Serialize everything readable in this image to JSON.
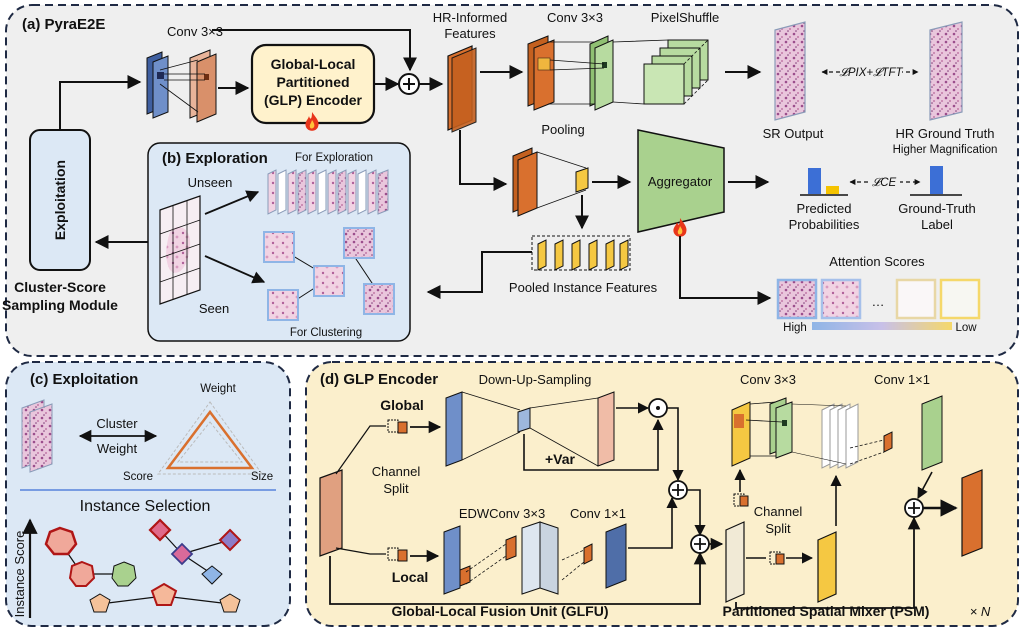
{
  "colors": {
    "panel_gray": "#efefef",
    "panel_blue": "#dce8f5",
    "panel_yellow": "#fbefcc",
    "feature_orange": "#d9702e",
    "feature_green": "#a9d18e",
    "feature_blue": "#6f8fc9",
    "feature_yellow": "#f5c842",
    "glp_box": "#fff2cc",
    "dashed_border": "#1f2a44"
  },
  "panel_a": {
    "title": "(a) PyraE2E",
    "conv_left": "Conv 3×3",
    "glp_line1": "Global-Local",
    "glp_line2": "Partitioned",
    "glp_line3": "(GLP) Encoder",
    "hr_informed_1": "HR-Informed",
    "hr_informed_2": "Features",
    "conv_mid": "Conv 3×3",
    "pixelshuffle": "PixelShuffle",
    "sr_output": "SR Output",
    "loss_pix": "𝓛PIX+𝓛TFT",
    "hr_gt": "HR Ground Truth",
    "higher_mag": "Higher Magnification",
    "pooling": "Pooling",
    "aggregator": "Aggregator",
    "loss_ce": "𝓛CE",
    "predicted_1": "Predicted",
    "predicted_2": "Probabilities",
    "gt_label_1": "Ground-Truth",
    "gt_label_2": "Label",
    "pooled_instance": "Pooled Instance Features",
    "attention_scores": "Attention Scores",
    "ellipsis": "…",
    "high": "High",
    "low": "Low",
    "exploitation": "Exploitation",
    "cluster_score_1": "Cluster-Score",
    "cluster_score_2": "Sampling Module"
  },
  "panel_b": {
    "title": "(b) Exploration",
    "for_exploration": "For Exploration",
    "unseen": "Unseen",
    "seen": "Seen",
    "for_clustering": "For Clustering"
  },
  "panel_c": {
    "title": "(c) Exploitation",
    "weight_top": "Weight",
    "cluster": "Cluster",
    "weight": "Weight",
    "score": "Score",
    "size": "Size",
    "instance_selection": "Instance Selection",
    "instance_score": "Instance Score"
  },
  "panel_d": {
    "title": "(d) GLP Encoder",
    "down_up": "Down-Up-Sampling",
    "global": "Global",
    "var": "+Var",
    "channel_split_1": "Channel",
    "channel_split_2": "Split",
    "edw": "EDWConv 3×3",
    "conv1x1_a": "Conv 1×1",
    "local": "Local",
    "glfu": "Global-Local Fusion Unit (GLFU)",
    "conv3x3_psm": "Conv 3×3",
    "conv1x1_psm": "Conv 1×1",
    "psm_split_1": "Channel",
    "psm_split_2": "Split",
    "psm": "Partitioned Spatial Mixer (PSM)",
    "times_n": "× N"
  }
}
